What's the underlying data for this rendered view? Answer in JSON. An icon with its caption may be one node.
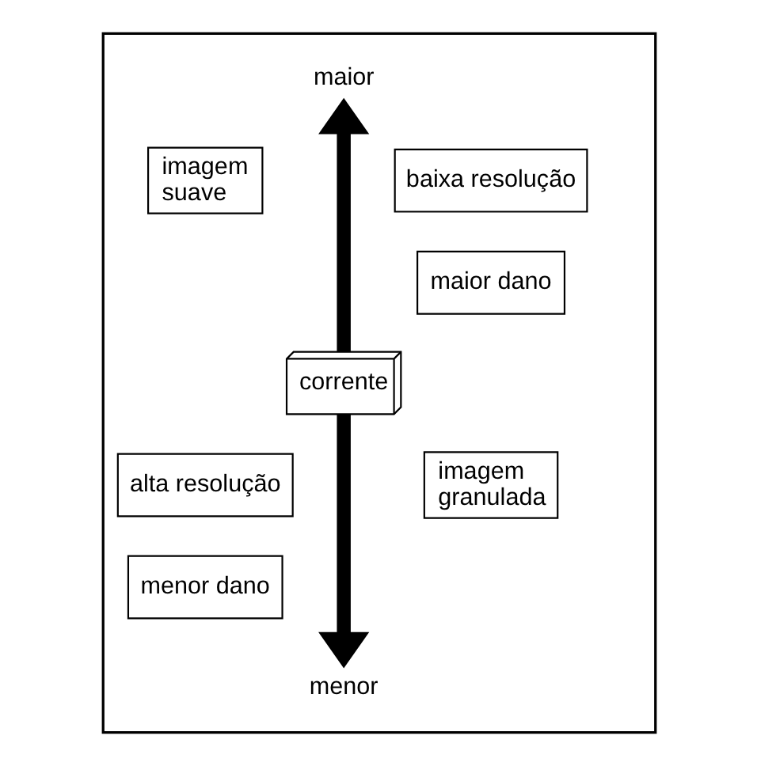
{
  "diagram": {
    "nodes": [
      {
        "text": [],
        "shape": "box"
      },
      {
        "text": [
          "maior"
        ],
        "in": 0
      },
      {
        "text": [
          "imagem suave"
        ],
        "in": 0
      },
      {
        "text": [
          "baixa resolução"
        ],
        "in": 0
      },
      {
        "text": [
          "maior dano"
        ],
        "in": 0
      },
      {
        "text": [
          "corrente"
        ],
        "in": 0
      },
      {
        "text": [
          "alta resolução"
        ],
        "in": 0
      },
      {
        "text": [
          "menor dano"
        ],
        "in": 0
      },
      {
        "text": [
          "imagem granulada"
        ],
        "in": 0
      },
      {
        "text": [
          "menor"
        ],
        "in": 0
      }
    ],
    "edges": [
      {
        "from": 5,
        "to": 1,
        "arrow": "to"
      },
      {
        "from": 5,
        "to": 9,
        "arrow": "to"
      }
    ]
  }
}
